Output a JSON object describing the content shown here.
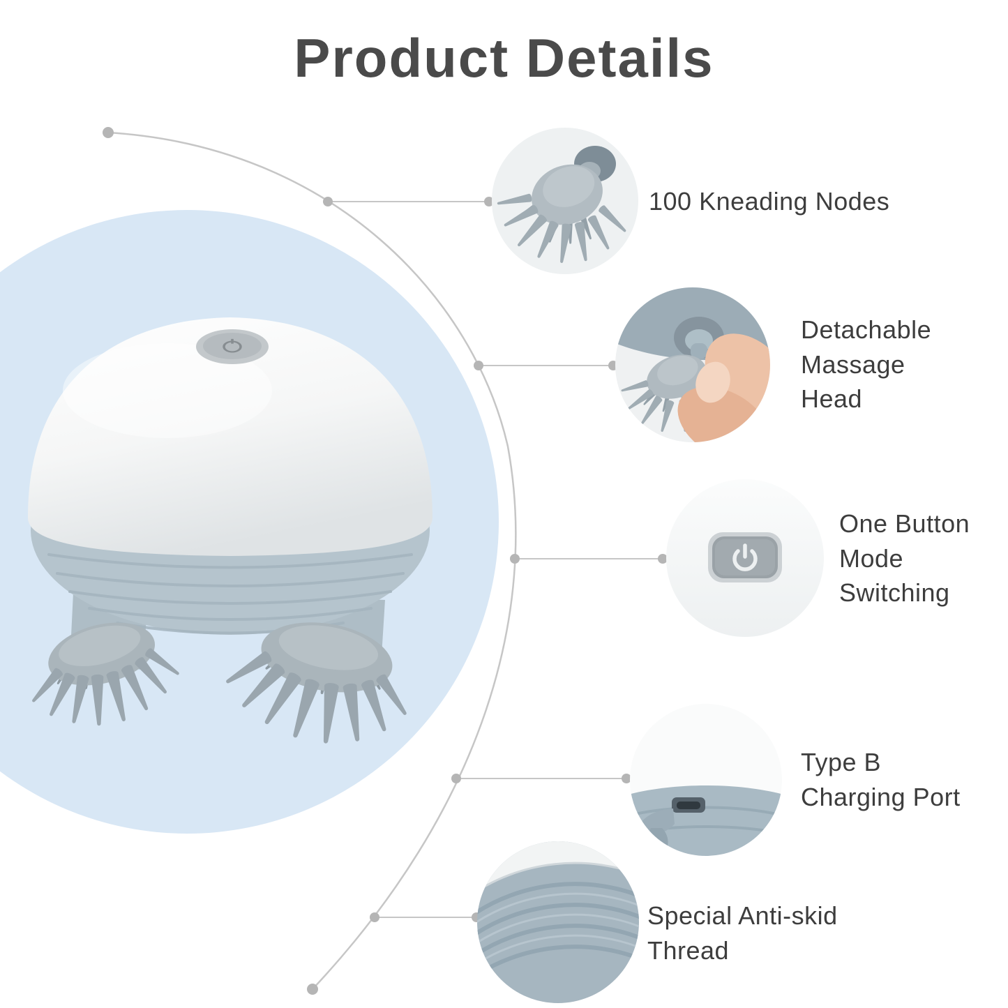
{
  "title": "Product Details",
  "callouts": [
    {
      "id": "kneading-nodes",
      "label": "100 Kneading Nodes"
    },
    {
      "id": "detachable-head",
      "label": "Detachable\nMassage\nHead"
    },
    {
      "id": "mode-switching",
      "label": "One Button\nMode\nSwitching"
    },
    {
      "id": "charging-port",
      "label": "Type B\nCharging Port"
    },
    {
      "id": "anti-skid-thread",
      "label": "Special Anti-skid\nThread"
    }
  ],
  "icons": {
    "power": "power-icon"
  },
  "colors": {
    "accent_blue": "#d8e7f5",
    "line_gray": "#c6c6c6",
    "dot_gray": "#b5b5b5",
    "device_band": "#b5c4cd",
    "text_dark": "#3d3d3d",
    "title_dark": "#4a4a4a"
  }
}
